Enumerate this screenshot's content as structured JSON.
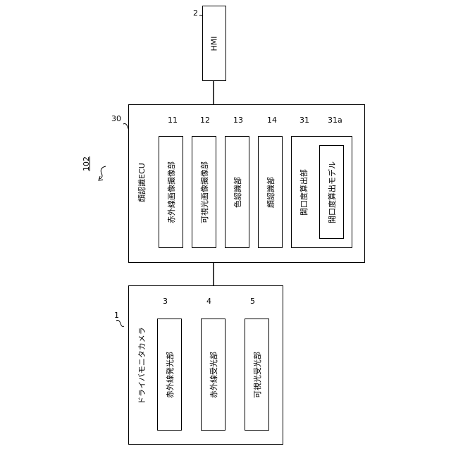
{
  "diagram_id": "102",
  "hmi": {
    "ref": "2",
    "label": "HMI"
  },
  "ecu": {
    "ref": "30",
    "label": "顔認識ECU",
    "units": [
      {
        "ref": "11",
        "label": "赤外線画像撮像部"
      },
      {
        "ref": "12",
        "label": "可視光画像撮像部"
      },
      {
        "ref": "13",
        "label": "色認識部"
      },
      {
        "ref": "14",
        "label": "顔認識部"
      },
      {
        "ref": "31",
        "label": "開口度算出部"
      }
    ],
    "model": {
      "ref": "31a",
      "label": "開口度算出モデル"
    }
  },
  "camera": {
    "ref": "1",
    "label": "ドライバモニタカメラ",
    "units": [
      {
        "ref": "3",
        "label": "赤外線発光部"
      },
      {
        "ref": "4",
        "label": "赤外線受光部"
      },
      {
        "ref": "5",
        "label": "可視光受光部"
      }
    ]
  }
}
